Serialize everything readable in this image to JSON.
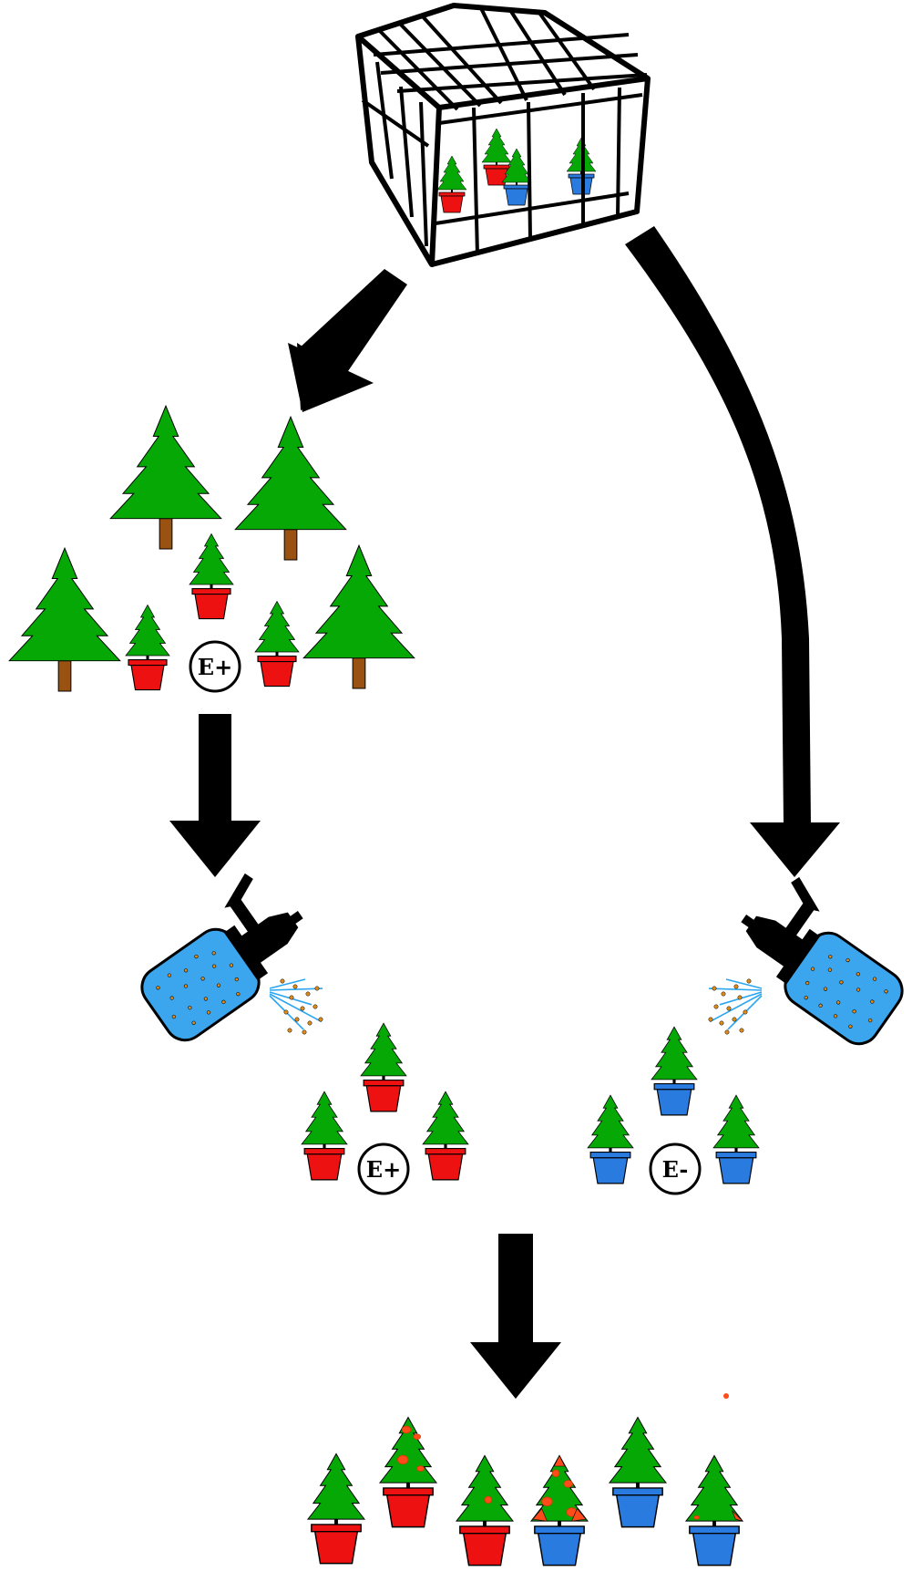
{
  "colors": {
    "foliage": "#06a806",
    "trunk": "#9a5212",
    "pot_inoculated": "#ee1111",
    "pot_control": "#2a7be0",
    "bottle": "#3ba6ee",
    "spore": "#e08a1a",
    "spray": "#2aa6f0",
    "lesion": "#ff4a1a",
    "outline": "#000000"
  },
  "labels": {
    "forest_group": "E+",
    "inoculated_group": "E+",
    "control_group": "E-"
  },
  "icons": [
    "greenhouse-icon",
    "arrow-icon",
    "spray-bottle-icon",
    "tree-icon",
    "seedling-pot-icon"
  ]
}
